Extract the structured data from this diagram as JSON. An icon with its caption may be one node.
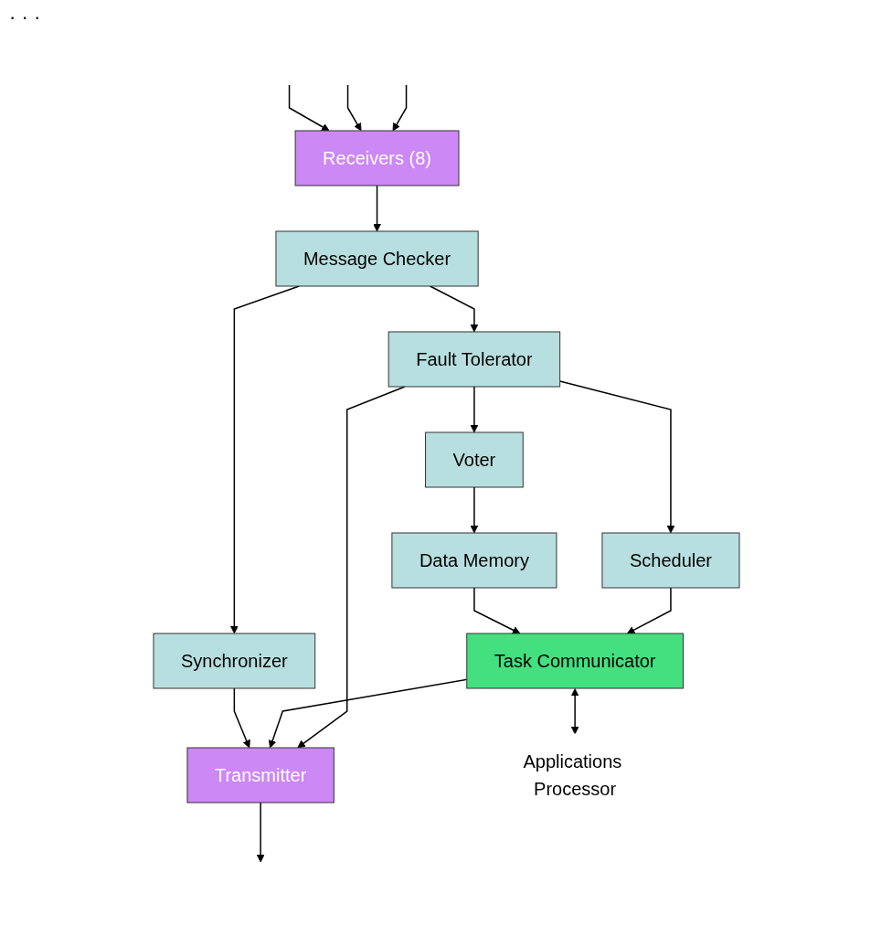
{
  "diagram": {
    "nodes": [
      {
        "text": [
          "Receivers (8)"
        ]
      },
      {
        "text": [
          "Message Checker"
        ]
      },
      {
        "text": [
          "Fault Tolerator"
        ]
      },
      {
        "text": [
          "Voter"
        ]
      },
      {
        "text": [
          "Data Memory"
        ]
      },
      {
        "text": [
          "Transmitter"
        ]
      },
      {
        "text": [
          "Synchronizer"
        ]
      },
      {
        "text": [
          "Scheduler"
        ]
      },
      {
        "text": [
          "Task Communicator"
        ]
      },
      {
        "text": [
          "Applications Processor"
        ]
      }
    ],
    "edges": [
      {
        "from": null,
        "to": 0,
        "arrow": "to"
      },
      {
        "from": null,
        "to": 0,
        "arrow": "to"
      },
      {
        "from": null,
        "to": 0,
        "arrow": "to"
      },
      {
        "from": 0,
        "to": 1,
        "arrow": "to"
      },
      {
        "from": 1,
        "to": 2,
        "arrow": "to"
      },
      {
        "from": 2,
        "to": 3,
        "arrow": "to"
      },
      {
        "from": 3,
        "to": 4,
        "arrow": "to"
      },
      {
        "from": 2,
        "to": 5,
        "arrow": "to"
      },
      {
        "from": 8,
        "to": 5,
        "arrow": "to"
      },
      {
        "from": 1,
        "to": 6,
        "arrow": "to"
      },
      {
        "from": 2,
        "to": 7,
        "arrow": "to"
      },
      {
        "from": 6,
        "to": 5,
        "arrow": "to"
      },
      {
        "from": 5,
        "to": null,
        "arrow": "to"
      },
      {
        "from": 7,
        "to": 8,
        "arrow": "to"
      },
      {
        "from": 4,
        "to": 8,
        "arrow": "to"
      },
      {
        "from": 8,
        "to": 9,
        "arrow": "both"
      }
    ],
    "labels": [
      "· · ·"
    ]
  }
}
